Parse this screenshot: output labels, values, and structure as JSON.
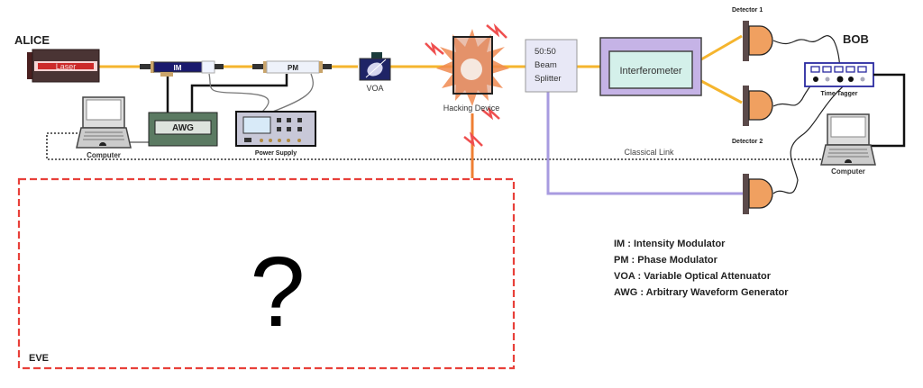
{
  "parties": {
    "alice": "ALICE",
    "bob": "BOB",
    "eve": "EVE",
    "eve_unknown": "?"
  },
  "components": {
    "laser": "Laser",
    "im": "IM",
    "pm": "PM",
    "voa": "VOA",
    "awg": "AWG",
    "power_supply": "Power Supply",
    "computer_alice": "Computer",
    "hacking_device": "Hacking Device",
    "beam_splitter": [
      "50:50",
      "Beam",
      "Splitter"
    ],
    "interferometer": "Interferometer",
    "detector1": "Detector 1",
    "detector2": "Detector 2",
    "time_tagger": "Time Tagger",
    "computer_bob": "Computer",
    "classical_link": "Classical Link"
  },
  "legend": [
    "IM : Intensity Modulator",
    "PM : Phase Modulator",
    "VOA : Variable Optical Attenuator",
    "AWG : Arbitrary Waveform Generator"
  ],
  "colors": {
    "fiber": "#f5b52e",
    "hack_line": "#ef7f33",
    "bs_line": "#a89be0",
    "eve_border": "#e8403a",
    "detector": "#f0a060",
    "detector_base": "#5b4a4a",
    "interferometer_outer": "#c5b3e6",
    "interferometer_inner": "#d4f0ea",
    "awg_box": "#5b7a62",
    "modulator": "#1a1a6e",
    "voa": "#1f2466"
  }
}
